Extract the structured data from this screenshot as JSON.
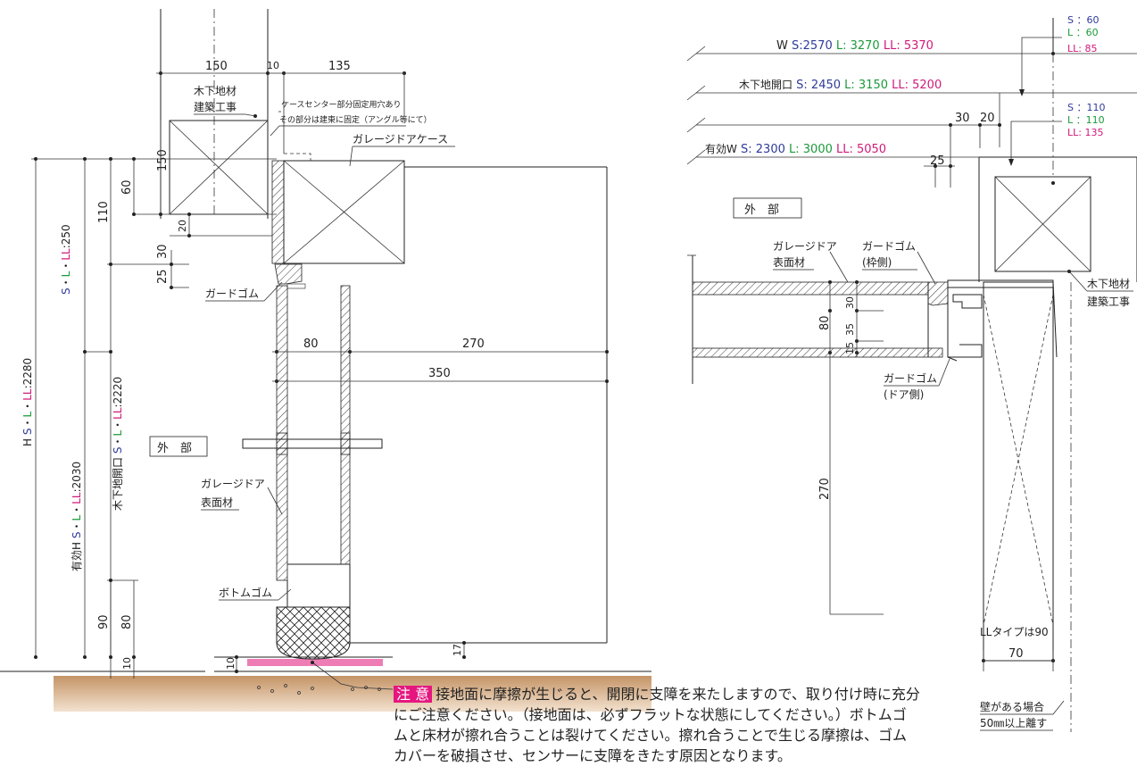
{
  "colors": {
    "S": "#2e3b9a",
    "L": "#1a9a3a",
    "LL": "#d01a7a",
    "ground": "#c49466",
    "pad": "#ee7db5",
    "badge": "#e5177f"
  },
  "section": {
    "dims_top": [
      "150",
      "10",
      "135"
    ],
    "dim_150_vertical": "150",
    "dims_left": {
      "d60": "60",
      "d110": "110",
      "d30": "30",
      "d25": "25",
      "d20": "20",
      "d90": "90",
      "d80": "80",
      "d10a": "10",
      "d10b": "10",
      "d17": "17"
    },
    "dims_horizontal": {
      "d80": "80",
      "d270": "270",
      "d350": "350"
    },
    "h_label": {
      "prefix": "H",
      "s": "S",
      "l": "L",
      "ll": "LL",
      "sep": "・",
      "value": ":2280"
    },
    "eff_h_label": {
      "prefix": "有効H",
      "s": "S",
      "l": "L",
      "ll": "LL",
      "sep": "・",
      "value": ":2030"
    },
    "opening_label": {
      "prefix": "木下地開口",
      "s": "S",
      "l": "L",
      "ll": "LL",
      "sep": "・",
      "value": ":2220"
    },
    "top_label": {
      "s": "S",
      "l": "L",
      "ll": "LL",
      "sep": "・",
      "value": ":250"
    },
    "labels": {
      "wood_base_1": "木下地材",
      "wood_base_2": "建築工事",
      "case_note_1": "ケースセンター部分固定用穴あり",
      "case_note_2": "その部分は建東に固定（アングル等にて）",
      "garage_case": "ガレージドアケース",
      "guard_rubber": "ガードゴム",
      "exterior": "外　部",
      "face_1": "ガレージドア",
      "face_2": "表面材",
      "bottom_rubber": "ボトムゴム"
    }
  },
  "plan": {
    "W": {
      "label": "W",
      "s": "S:2570",
      "l": "L: 3270",
      "ll": "LL: 5370"
    },
    "opening": {
      "label": "木下地開口",
      "s": "S: 2450",
      "l": "L: 3150",
      "ll": "LL: 5200"
    },
    "eff_w": {
      "label": "有効W",
      "s": "S: 2300",
      "l": "L: 3000",
      "ll": "LL: 5050"
    },
    "topright_1": {
      "s": "S ：60",
      "l": "L ：60",
      "ll": "LL: 85"
    },
    "topright_2": {
      "s": "S ：110",
      "l": "L ：110",
      "ll": "LL: 135"
    },
    "d30": "30",
    "d20": "20",
    "d25": "25",
    "d30v": "30",
    "d80": "80",
    "d35": "35",
    "d15": "15",
    "d270": "270",
    "d70": "70",
    "exterior": "外　部",
    "face_1": "ガレージドア",
    "face_2": "表面材",
    "guard_frame_1": "ガードゴム",
    "guard_frame_2": "(枠側)",
    "guard_door_1": "ガードゴム",
    "guard_door_2": "(ドア側)",
    "wood_base_1": "木下地材",
    "wood_base_2": "建築工事",
    "ll_note": "LLタイプは90",
    "wall_note_1": "壁がある場合",
    "wall_note_2": "50㎜以上離す"
  },
  "note": {
    "badge": "注 意",
    "text": "接地面に摩擦が生じると、開閉に支障を来たしますので、取り付け時に充分にご注意ください。（接地面は、必ずフラットな状態にしてください。）ボトムゴムと床材が擦れ合うことは裂けてください。擦れ合うことで生じる摩擦は、ゴムカバーを破損させ、センサーに支障をきたす原因となります。"
  }
}
